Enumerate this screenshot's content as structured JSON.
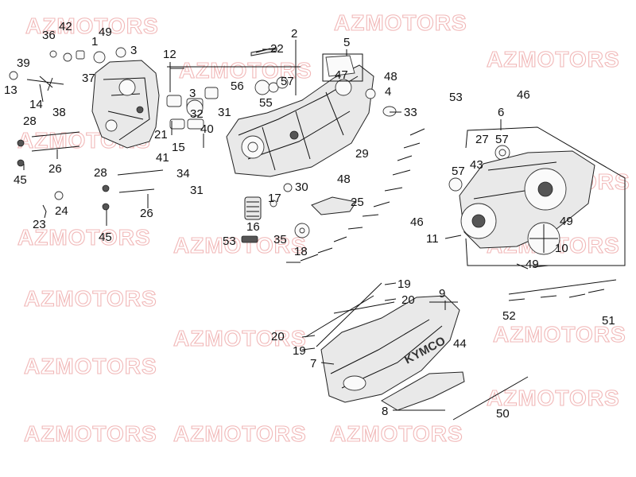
{
  "watermark": "AZMOTORS",
  "brand_mark": "KYMCO",
  "callouts": {
    "c1": "1",
    "c2": "2",
    "c3a": "3",
    "c3b": "3",
    "c4": "4",
    "c5": "5",
    "c6": "6",
    "c7": "7",
    "c8": "8",
    "c9": "9",
    "c10": "10",
    "c11": "11",
    "c12": "12",
    "c13": "13",
    "c14": "14",
    "c15": "15",
    "c16": "16",
    "c17": "17",
    "c18": "18",
    "c19a": "19",
    "c19b": "19",
    "c20a": "20",
    "c20b": "20",
    "c21": "21",
    "c22": "22",
    "c23": "23",
    "c24": "24",
    "c25": "25",
    "c26a": "26",
    "c26b": "26",
    "c27": "27",
    "c28a": "28",
    "c28b": "28",
    "c29": "29",
    "c30": "30",
    "c31a": "31",
    "c31b": "31",
    "c32": "32",
    "c33": "33",
    "c34": "34",
    "c35": "35",
    "c36": "36",
    "c37": "37",
    "c38": "38",
    "c39": "39",
    "c40": "40",
    "c41": "41",
    "c42": "42",
    "c43": "43",
    "c44": "44",
    "c45a": "45",
    "c45b": "45",
    "c46a": "46",
    "c46b": "46",
    "c47": "47",
    "c48a": "48",
    "c48b": "48",
    "c49a": "49",
    "c49b": "49",
    "c49c": "49",
    "c50": "50",
    "c51": "51",
    "c52": "52",
    "c53a": "53",
    "c53b": "53",
    "c55": "55",
    "c56": "56",
    "c57a": "57",
    "c57b": "57",
    "c57c": "57"
  },
  "colors": {
    "watermark": "#f1b8b8",
    "ink": "#111111",
    "part_fill": "#e9e9e9"
  }
}
